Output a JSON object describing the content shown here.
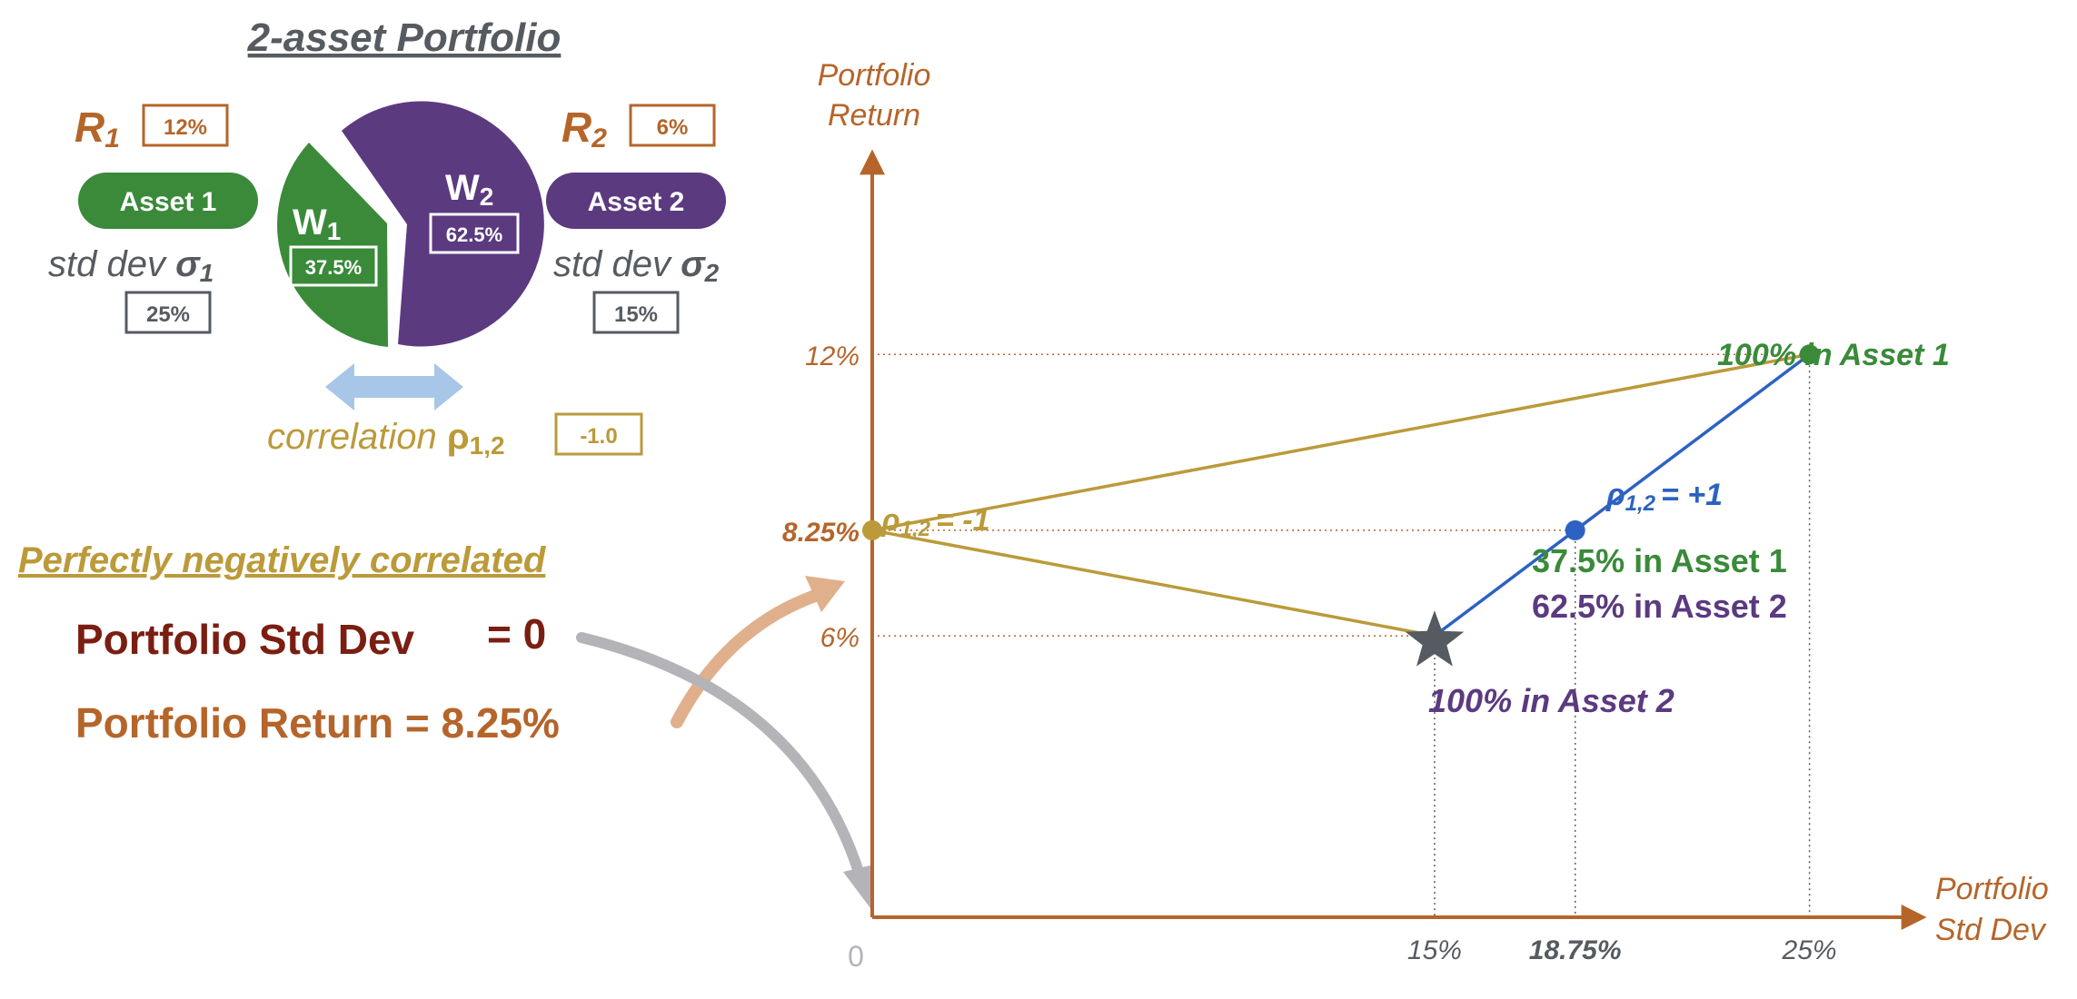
{
  "title": "2-asset Portfolio",
  "colors": {
    "orange": "#B5652A",
    "green": "#3A8A3A",
    "purple": "#5B3A80",
    "gold": "#BB9A3A",
    "blue": "#2D62C2",
    "gray": "#555B60",
    "darkred": "#7A1E12",
    "arrowBlue": "#A8C6E8",
    "arrowTan": "#E0B08C",
    "arrowGray": "#B4B4B8"
  },
  "asset1": {
    "return_label": "R",
    "return_sub": "1",
    "return_value": "12%",
    "name": "Asset 1",
    "std_label": "std dev",
    "std_symbol": "σ",
    "std_sub": "1",
    "std_value": "25%",
    "weight_label": "W",
    "weight_sub": "1",
    "weight_value": "37.5%"
  },
  "asset2": {
    "return_label": "R",
    "return_sub": "2",
    "return_value": "6%",
    "name": "Asset 2",
    "std_label": "std dev",
    "std_symbol": "σ",
    "std_sub": "2",
    "std_value": "15%",
    "weight_label": "W",
    "weight_sub": "2",
    "weight_value": "62.5%"
  },
  "correlation": {
    "label": "correlation",
    "symbol": "ρ",
    "sub": "1,2",
    "value": "-1.0"
  },
  "summary": {
    "heading": "Perfectly negatively correlated",
    "std_label": "Portfolio Std Dev",
    "std_value": "= 0",
    "return_label": "Portfolio Return = 8.25%"
  },
  "chart_data": {
    "type": "line",
    "y_axis_title": [
      "Portfolio",
      "Return"
    ],
    "x_axis_title": [
      "Portfolio",
      "Std Dev"
    ],
    "origin_label": "0",
    "xlim": [
      0,
      28.5
    ],
    "ylim": [
      0,
      16.4
    ],
    "x_ticks": [
      {
        "value": 15,
        "label": "15%",
        "bold": false
      },
      {
        "value": 18.75,
        "label": "18.75%",
        "bold": true
      },
      {
        "value": 25,
        "label": "25%",
        "bold": false
      }
    ],
    "y_ticks": [
      {
        "value": 12,
        "label": "12%",
        "bold": false
      },
      {
        "value": 8.25,
        "label": "8.25%",
        "bold": true
      },
      {
        "value": 6,
        "label": "6%",
        "bold": false
      }
    ],
    "series": [
      {
        "name": "ρ1,2 = -1",
        "color": "#BB9A3A",
        "points": [
          {
            "x": 25,
            "y": 12
          },
          {
            "x": 0,
            "y": 8.25
          },
          {
            "x": 15,
            "y": 6
          }
        ]
      },
      {
        "name": "ρ1,2 = +1",
        "color": "#2D62C2",
        "points": [
          {
            "x": 15,
            "y": 6
          },
          {
            "x": 18.75,
            "y": 8.25
          },
          {
            "x": 25,
            "y": 12
          }
        ]
      }
    ],
    "points": [
      {
        "x": 25,
        "y": 12,
        "marker": "circle",
        "color": "#3A8A3A"
      },
      {
        "x": 18.75,
        "y": 8.25,
        "marker": "circle",
        "color": "#2D62C2"
      },
      {
        "x": 0,
        "y": 8.25,
        "marker": "circle",
        "color": "#BB9A3A"
      },
      {
        "x": 15,
        "y": 6,
        "marker": "star",
        "color": "#555B60"
      }
    ],
    "series_labels": {
      "neg": {
        "symbol": "ρ",
        "sub": "1,2",
        "text": "= -1"
      },
      "pos": {
        "symbol": "ρ",
        "sub": "1,2",
        "text": "= +1"
      }
    },
    "annotations": {
      "asset1": "100% in Asset 1",
      "mix_line1": "37.5% in Asset 1",
      "mix_line2": "62.5% in Asset 2",
      "asset2": "100% in Asset 2"
    }
  }
}
